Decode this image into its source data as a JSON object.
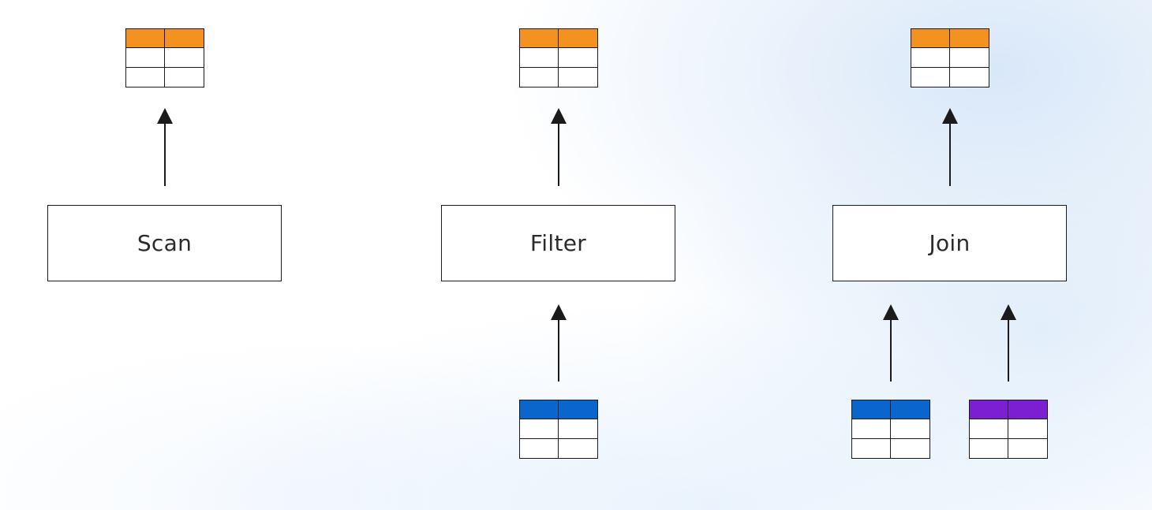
{
  "diagram": {
    "operators": [
      {
        "label": "Scan"
      },
      {
        "label": "Filter"
      },
      {
        "label": "Join"
      }
    ],
    "colors": {
      "output_table_header": "#f39121",
      "input_table_a_header": "#0a66cc",
      "input_table_b_header": "#7c1fd3",
      "stroke": "#1b1b1b"
    }
  }
}
